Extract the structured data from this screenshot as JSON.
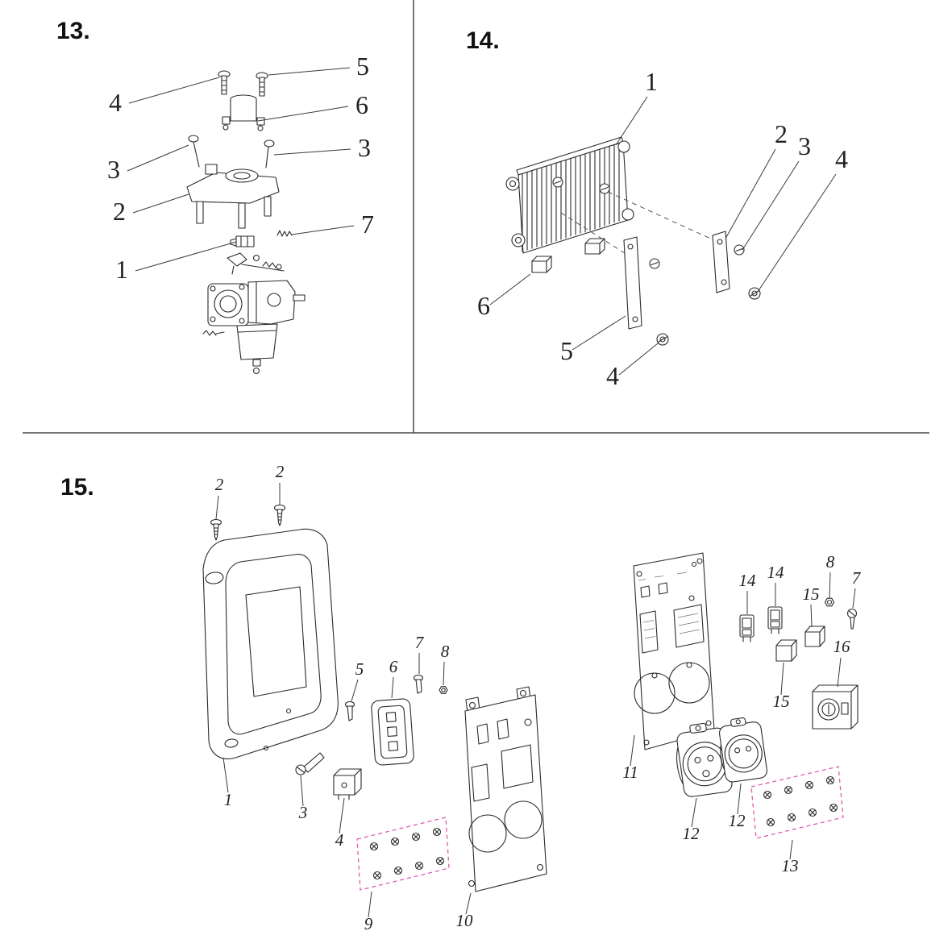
{
  "page": {
    "background": "#ffffff"
  },
  "colors": {
    "line": "#2b2b2b",
    "leader": "#3a3a3a",
    "accent_pink": "#e25ab2",
    "title": "#111111"
  },
  "sections": {
    "s13": {
      "title": "13.",
      "labels": {
        "n5": "5",
        "n4": "4",
        "n6": "6",
        "n3l": "3",
        "n3r": "3",
        "n2": "2",
        "n7": "7",
        "n1": "1"
      }
    },
    "s14": {
      "title": "14.",
      "labels": {
        "n1": "1",
        "n2": "2",
        "n3": "3",
        "n4t": "4",
        "n6": "6",
        "n5": "5",
        "n4b": "4"
      }
    },
    "s15": {
      "title": "15.",
      "labels": {
        "n2a": "2",
        "n2b": "2",
        "n1": "1",
        "n3": "3",
        "n4": "4",
        "n5": "5",
        "n6": "6",
        "n7l": "7",
        "n8l": "8",
        "n9": "9",
        "n10": "10",
        "n11": "11",
        "n12a": "12",
        "n12b": "12",
        "n13": "13",
        "n14a": "14",
        "n14b": "14",
        "n15a": "15",
        "n15b": "15",
        "n16": "16",
        "n8r": "8",
        "n7r": "7"
      }
    }
  }
}
